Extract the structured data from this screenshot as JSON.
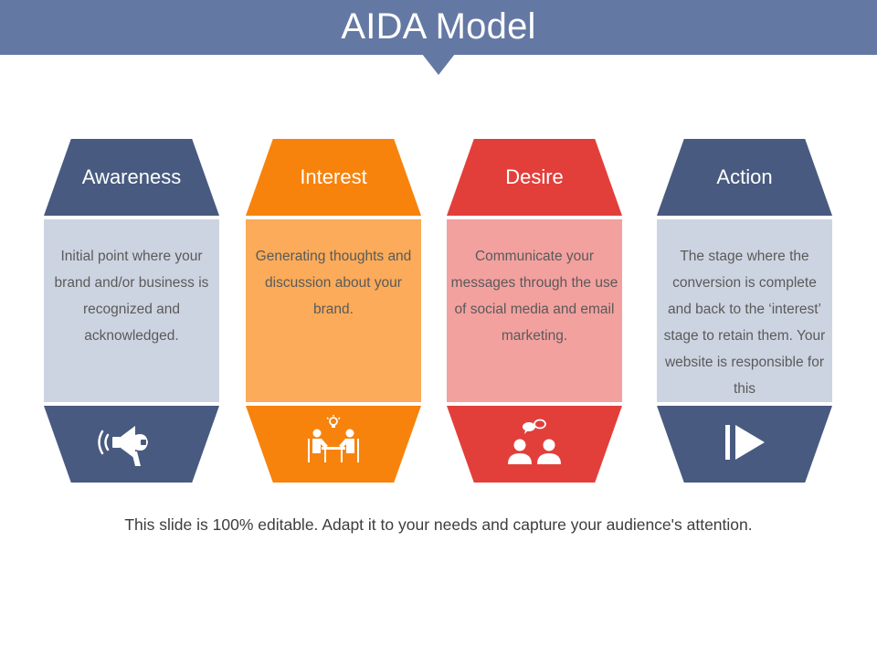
{
  "slide": {
    "title": "AIDA Model",
    "footer": "This slide is 100% editable. Adapt it to your needs and capture your audience's attention."
  },
  "colors": {
    "header": "#6478a4",
    "navy": "#485a7f",
    "navy_light": "#cdd4e1",
    "orange": "#f7830d",
    "orange_light": "#fbab59",
    "red": "#e23f3b",
    "red_light": "#f3a19f",
    "text": "#5a5a5a"
  },
  "stages": [
    {
      "title": "Awareness",
      "description": "Initial point where your brand and/or business is recognized and acknowledged.",
      "icon": "megaphone-icon",
      "color": "#485a7f",
      "light_color": "#cdd4e1"
    },
    {
      "title": "Interest",
      "description": "Generating thoughts and discussion about your brand.",
      "icon": "meeting-idea-icon",
      "color": "#f7830d",
      "light_color": "#fbab59"
    },
    {
      "title": "Desire",
      "description": "Communicate your messages through the use of social media and email marketing.",
      "icon": "people-chat-icon",
      "color": "#e23f3b",
      "light_color": "#f3a19f"
    },
    {
      "title": "Action",
      "description": "The stage where  the conversion is complete and back to the ‘interest’ stage to retain them. Your website is responsible for this",
      "icon": "play-icon",
      "color": "#485a7f",
      "light_color": "#cdd4e1"
    }
  ]
}
